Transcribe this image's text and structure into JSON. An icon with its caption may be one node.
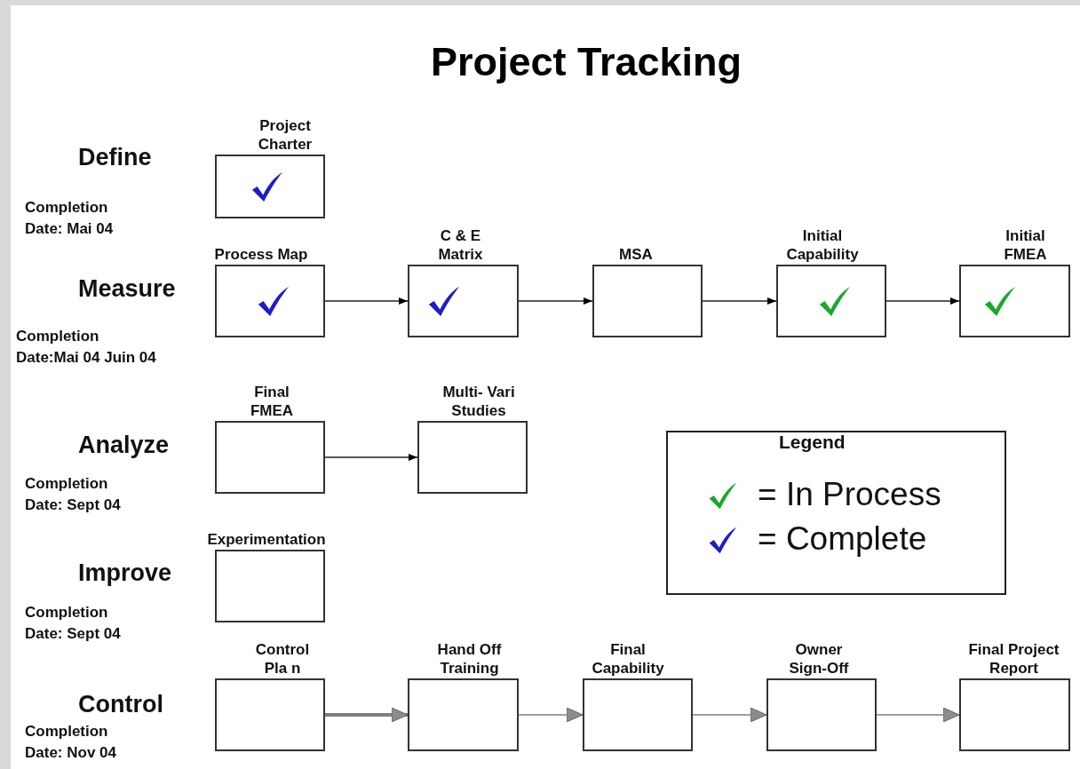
{
  "diagram": {
    "title": "Project Tracking",
    "nodes": [
      {
        "text": [
          "Project Charter"
        ]
      },
      {
        "text": [
          "Process Map"
        ]
      },
      {
        "text": [
          "C & E Matrix"
        ]
      },
      {
        "text": [
          "MSA"
        ]
      },
      {
        "text": [
          "Initial Capability"
        ]
      },
      {
        "text": [
          "Initial FMEA"
        ]
      },
      {
        "text": [
          "Final FMEA"
        ]
      },
      {
        "text": [
          "Multi- Vari Studies"
        ]
      },
      {
        "text": [
          "Experimentation"
        ]
      },
      {
        "text": [
          "Control Pla n"
        ]
      },
      {
        "text": [
          "Hand Off Training"
        ]
      },
      {
        "text": [
          "Final Capability"
        ]
      },
      {
        "text": [
          "Owner Sign-Off"
        ]
      },
      {
        "text": [
          "Final Project Report"
        ]
      }
    ],
    "edges": [
      {
        "from": 1,
        "to": 2,
        "arrow": "to"
      },
      {
        "from": 2,
        "to": 3,
        "arrow": "to"
      },
      {
        "from": 3,
        "to": 4,
        "arrow": "to"
      },
      {
        "from": 4,
        "to": 5,
        "arrow": "to"
      },
      {
        "from": 6,
        "to": 7,
        "arrow": "to"
      },
      {
        "from": 9,
        "to": 10,
        "arrow": "to",
        "style": "thick",
        "color": "#7f7f7f"
      },
      {
        "from": 10,
        "to": 11,
        "arrow": "to",
        "color": "#7f7f7f"
      },
      {
        "from": 11,
        "to": 12,
        "arrow": "to",
        "color": "#7f7f7f"
      },
      {
        "from": 12,
        "to": 13,
        "arrow": "to",
        "color": "#7f7f7f"
      }
    ],
    "labels": [
      "Define",
      "Completion Date: Mai 04",
      "Measure",
      "Completion Date:Mai 04 Juin 04",
      "Analyze",
      "Completion Date: Sept 04",
      "Improve",
      "Completion Date: Sept 04",
      "Control",
      "Completion Date: Nov 04",
      "Legend"
    ],
    "legend": [
      {
        "text": "= In Process"
      },
      {
        "text": "= Complete"
      }
    ]
  }
}
